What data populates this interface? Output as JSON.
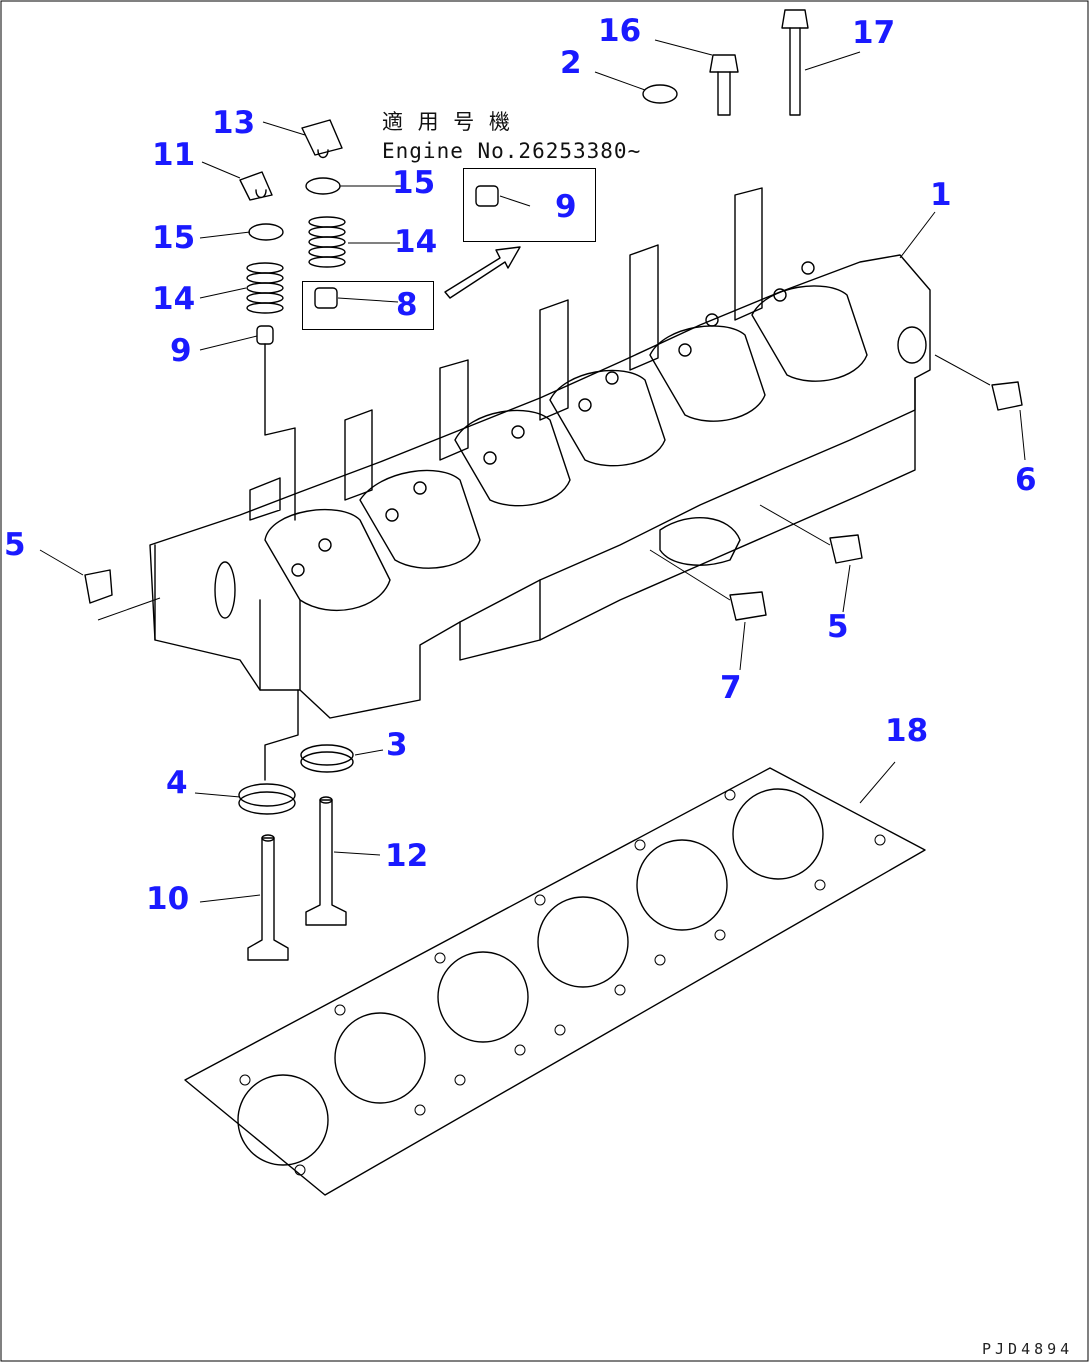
{
  "note": {
    "applicability_jp": "適 用 号 機",
    "engine_serial": "Engine No.26253380~"
  },
  "drawing_code": "PJD4894",
  "callouts": [
    {
      "id": "c1",
      "label": "1"
    },
    {
      "id": "c2",
      "label": "2"
    },
    {
      "id": "c3",
      "label": "3"
    },
    {
      "id": "c4",
      "label": "4"
    },
    {
      "id": "c5a",
      "label": "5"
    },
    {
      "id": "c5b",
      "label": "5"
    },
    {
      "id": "c6",
      "label": "6"
    },
    {
      "id": "c7",
      "label": "7"
    },
    {
      "id": "c8",
      "label": "8"
    },
    {
      "id": "c9a",
      "label": "9"
    },
    {
      "id": "c9b",
      "label": "9"
    },
    {
      "id": "c10",
      "label": "10"
    },
    {
      "id": "c11",
      "label": "11"
    },
    {
      "id": "c12",
      "label": "12"
    },
    {
      "id": "c13",
      "label": "13"
    },
    {
      "id": "c14a",
      "label": "14"
    },
    {
      "id": "c14b",
      "label": "14"
    },
    {
      "id": "c15a",
      "label": "15"
    },
    {
      "id": "c15b",
      "label": "15"
    },
    {
      "id": "c16",
      "label": "16"
    },
    {
      "id": "c17",
      "label": "17"
    },
    {
      "id": "c18",
      "label": "18"
    }
  ]
}
